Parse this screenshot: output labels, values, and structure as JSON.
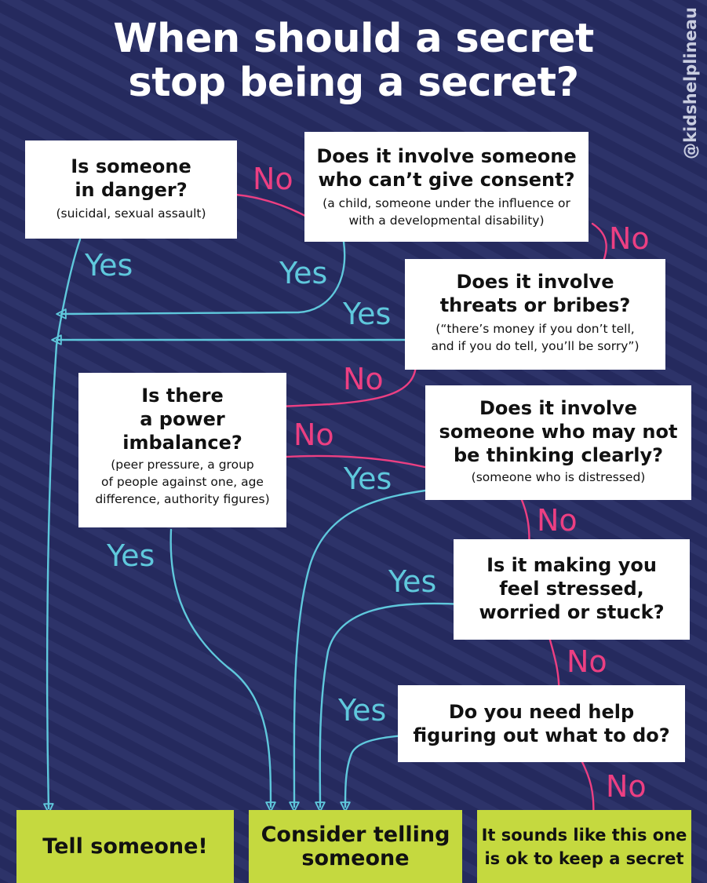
{
  "title": {
    "line1": "When should a secret",
    "line2": "stop being a secret?"
  },
  "handle": "@kidshelplineau",
  "colors": {
    "background": "#252a5e",
    "yes": "#5fc8dc",
    "no": "#ec3f82",
    "outcome": "#c5d93f"
  },
  "questions": {
    "danger": {
      "line1": "Is someone",
      "line2": "in danger?",
      "sub1": "(suicidal, sexual assault)"
    },
    "consent": {
      "line1": "Does it involve someone",
      "line2": "who can’t give consent?",
      "sub1": "(a child, someone under the influence or",
      "sub2": "with a developmental disability)"
    },
    "threats": {
      "line1": "Does it involve",
      "line2": "threats or bribes?",
      "sub1": "(“there’s money if you don’t tell,",
      "sub2": "and if you do tell, you’ll be sorry”)"
    },
    "power": {
      "line1": "Is there",
      "line2": "a power",
      "line3": "imbalance?",
      "sub1": "(peer pressure, a group",
      "sub2": "of people against one, age",
      "sub3": "difference, authority figures)"
    },
    "thinking": {
      "line1": "Does it involve",
      "line2": "someone who may not",
      "line3": "be thinking clearly?",
      "sub1": "(someone who is distressed)"
    },
    "stressed": {
      "line1": "Is it making you",
      "line2": "feel stressed,",
      "line3": "worried or stuck?"
    },
    "help": {
      "line1": "Do you need help",
      "line2": "figuring out what to do?"
    }
  },
  "outcomes": {
    "tell": {
      "line1": "Tell someone!"
    },
    "consider": {
      "line1": "Consider telling",
      "line2": "someone"
    },
    "ok": {
      "line1": "It sounds like this one",
      "line2": "is ok to keep a secret"
    }
  },
  "labels": {
    "no1": "No",
    "no2": "No",
    "no3": "No",
    "no4": "No",
    "no5": "No",
    "no6": "No",
    "no7": "No",
    "yes1": "Yes",
    "yes2": "Yes",
    "yes3": "Yes",
    "yes4": "Yes",
    "yes5": "Yes",
    "yes6": "Yes",
    "yes7": "Yes"
  }
}
